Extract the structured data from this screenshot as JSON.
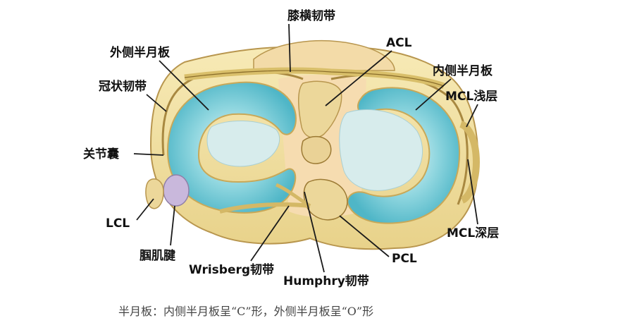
{
  "labels": {
    "transverse_ligament": "膝横韧带",
    "lateral_meniscus": "外侧半月板",
    "coronary_ligament": "冠状韧带",
    "joint_capsule": "关节囊",
    "lcl": "LCL",
    "popliteus_tendon": "腘肌腱",
    "wrisberg": "Wrisberg韧带",
    "humphry": "Humphry韧带",
    "acl": "ACL",
    "medial_meniscus": "内侧半月板",
    "mcl_superficial": "MCL浅层",
    "mcl_deep": "MCL深层",
    "pcl": "PCL"
  },
  "caption": "半月板：内侧半月板呈“C”形，外侧半月板呈“O”形",
  "colors": {
    "capsule": "#f2e2a0",
    "capsule_edge": "#c9a95a",
    "meniscus": "#6cc8d6",
    "meniscus_light": "#d6f1f4",
    "plateau": "#cde6e8",
    "central": "#f5d8a8",
    "popliteus": "#c9b8dc"
  }
}
